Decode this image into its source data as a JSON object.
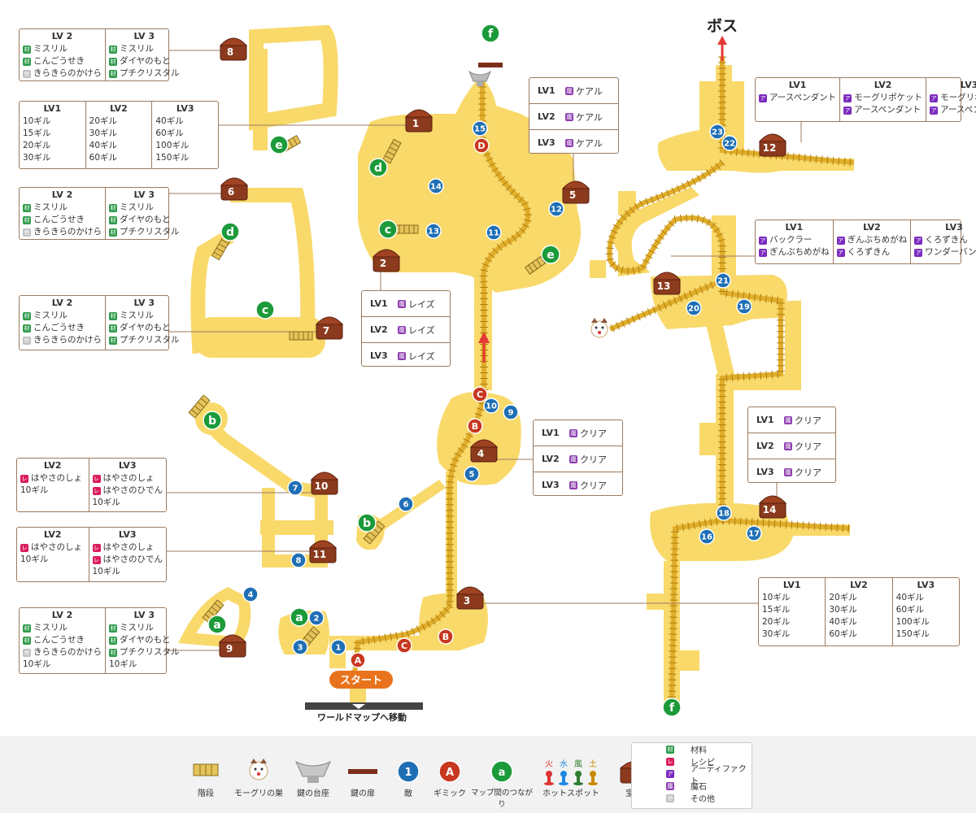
{
  "boss_label": "ボス",
  "start_label": "スタート",
  "world_map_label": "ワールドマップへ移動",
  "colors": {
    "floor": "#f8d96a",
    "rail": "#e0ae2a",
    "enemy": "#1f6fb5",
    "gimmick": "#c8371f",
    "connection": "#1b9a3a",
    "chest": "#8b3a1e",
    "start": "#e8731c"
  },
  "enemies": [
    "1",
    "2",
    "3",
    "4",
    "5",
    "6",
    "7",
    "8",
    "9",
    "10",
    "11",
    "12",
    "13",
    "14",
    "15",
    "16",
    "17",
    "18",
    "19",
    "20",
    "21",
    "22",
    "23"
  ],
  "gimmicks": [
    "A",
    "B",
    "C",
    "D"
  ],
  "connections": [
    "a",
    "b",
    "c",
    "d",
    "e",
    "f"
  ],
  "chests": [
    "1",
    "2",
    "3",
    "4",
    "5",
    "6",
    "7",
    "8",
    "9",
    "10",
    "11",
    "12",
    "13",
    "14"
  ],
  "boxes": {
    "b8": {
      "cols": [
        {
          "h": "LV 2",
          "l": [
            [
              "m",
              "ミスリル"
            ],
            [
              "m",
              "こんごうせき"
            ],
            [
              "o",
              "きらきらのかけら"
            ]
          ]
        },
        {
          "h": "LV 3",
          "l": [
            [
              "m",
              "ミスリル"
            ],
            [
              "m",
              "ダイヤのもと"
            ],
            [
              "m",
              "プチクリスタル"
            ]
          ]
        }
      ]
    },
    "b1": {
      "cols": [
        {
          "h": "LV1",
          "l": [
            [
              "",
              "10ギル"
            ],
            [
              "",
              "15ギル"
            ],
            [
              "",
              "20ギル"
            ],
            [
              "",
              "30ギル"
            ]
          ]
        },
        {
          "h": "LV2",
          "l": [
            [
              "",
              "20ギル"
            ],
            [
              "",
              "30ギル"
            ],
            [
              "",
              "40ギル"
            ],
            [
              "",
              "60ギル"
            ]
          ]
        },
        {
          "h": "LV3",
          "l": [
            [
              "",
              "40ギル"
            ],
            [
              "",
              "60ギル"
            ],
            [
              "",
              "100ギル"
            ],
            [
              "",
              "150ギル"
            ]
          ]
        }
      ]
    },
    "b6": {
      "cols": [
        {
          "h": "LV 2",
          "l": [
            [
              "m",
              "ミスリル"
            ],
            [
              "m",
              "こんごうせき"
            ],
            [
              "o",
              "きらきらのかけら"
            ]
          ]
        },
        {
          "h": "LV 3",
          "l": [
            [
              "m",
              "ミスリル"
            ],
            [
              "m",
              "ダイヤのもと"
            ],
            [
              "m",
              "プチクリスタル"
            ]
          ]
        }
      ]
    },
    "b7": {
      "cols": [
        {
          "h": "LV 2",
          "l": [
            [
              "m",
              "ミスリル"
            ],
            [
              "m",
              "こんごうせき"
            ],
            [
              "o",
              "きらきらのかけら"
            ]
          ]
        },
        {
          "h": "LV 3",
          "l": [
            [
              "m",
              "ミスリル"
            ],
            [
              "m",
              "ダイヤのもと"
            ],
            [
              "m",
              "プチクリスタル"
            ]
          ]
        }
      ]
    },
    "b10": {
      "cols": [
        {
          "h": "LV2",
          "l": [
            [
              "r",
              "はやさのしょ"
            ],
            [
              "",
              "10ギル"
            ]
          ]
        },
        {
          "h": "LV3",
          "l": [
            [
              "r",
              "はやさのしょ"
            ],
            [
              "r",
              "はやさのひでん"
            ],
            [
              "",
              "10ギル"
            ]
          ]
        }
      ]
    },
    "b11": {
      "cols": [
        {
          "h": "LV2",
          "l": [
            [
              "r",
              "はやさのしょ"
            ],
            [
              "",
              "10ギル"
            ]
          ]
        },
        {
          "h": "LV3",
          "l": [
            [
              "r",
              "はやさのしょ"
            ],
            [
              "r",
              "はやさのひでん"
            ],
            [
              "",
              "10ギル"
            ]
          ]
        }
      ]
    },
    "b9": {
      "cols": [
        {
          "h": "LV 2",
          "l": [
            [
              "m",
              "ミスリル"
            ],
            [
              "m",
              "こんごうせき"
            ],
            [
              "o",
              "きらきらのかけら"
            ],
            [
              "",
              "10ギル"
            ]
          ]
        },
        {
          "h": "LV 3",
          "l": [
            [
              "m",
              "ミスリル"
            ],
            [
              "m",
              "ダイヤのもと"
            ],
            [
              "m",
              "プチクリスタル"
            ],
            [
              "",
              "10ギル"
            ]
          ]
        }
      ]
    },
    "b12": {
      "cols": [
        {
          "h": "LV1",
          "l": [
            [
              "a",
              "アースペンダント"
            ]
          ]
        },
        {
          "h": "LV2",
          "l": [
            [
              "a",
              "モーグリポケット"
            ],
            [
              "a",
              "アースペンダント"
            ]
          ]
        },
        {
          "h": "LV3",
          "l": [
            [
              "a",
              "モーグリポケット"
            ],
            [
              "a",
              "アースペンダント"
            ]
          ]
        }
      ]
    },
    "b13": {
      "cols": [
        {
          "h": "LV1",
          "l": [
            [
              "a",
              "バックラー"
            ],
            [
              "a",
              "ぎんぶちめがね"
            ]
          ]
        },
        {
          "h": "LV2",
          "l": [
            [
              "a",
              "ぎんぶちめがね"
            ],
            [
              "a",
              "くろずきん"
            ]
          ]
        },
        {
          "h": "LV3",
          "l": [
            [
              "a",
              "くろずきん"
            ],
            [
              "a",
              "ワンダーバングル"
            ]
          ]
        }
      ]
    },
    "b3": {
      "cols": [
        {
          "h": "LV1",
          "l": [
            [
              "",
              "10ギル"
            ],
            [
              "",
              "15ギル"
            ],
            [
              "",
              "20ギル"
            ],
            [
              "",
              "30ギル"
            ]
          ]
        },
        {
          "h": "LV2",
          "l": [
            [
              "",
              "20ギル"
            ],
            [
              "",
              "30ギル"
            ],
            [
              "",
              "40ギル"
            ],
            [
              "",
              "60ギル"
            ]
          ]
        },
        {
          "h": "LV3",
          "l": [
            [
              "",
              "40ギル"
            ],
            [
              "",
              "60ギル"
            ],
            [
              "",
              "100ギル"
            ],
            [
              "",
              "150ギル"
            ]
          ]
        }
      ]
    }
  },
  "stone_boxes": {
    "s5": [
      [
        "LV1",
        "ケアル"
      ],
      [
        "LV2",
        "ケアル"
      ],
      [
        "LV3",
        "ケアル"
      ]
    ],
    "s2": [
      [
        "LV1",
        "レイズ"
      ],
      [
        "LV2",
        "レイズ"
      ],
      [
        "LV3",
        "レイズ"
      ]
    ],
    "s4": [
      [
        "LV1",
        "クリア"
      ],
      [
        "LV2",
        "クリア"
      ],
      [
        "LV3",
        "クリア"
      ]
    ],
    "s14": [
      [
        "LV1",
        "クリア"
      ],
      [
        "LV2",
        "クリア"
      ],
      [
        "LV3",
        "クリア"
      ]
    ]
  },
  "tag_glyphs": {
    "m": "材",
    "r": "レ",
    "a": "ア",
    "s": "魔",
    "o": "他"
  },
  "legend": {
    "stairs": "階段",
    "moogle": "モーグリの巣",
    "pedestal": "鍵の台座",
    "door": "鍵の扉",
    "enemy": "敵",
    "gimmick": "ギミック",
    "connection": "マップ間のつながり",
    "hotspot": "ホットスポット",
    "chest": "宝箱",
    "hotspot_elements": [
      "火",
      "水",
      "風",
      "土"
    ],
    "enemy_sample": "1",
    "gimmick_sample": "A",
    "connection_sample": "a",
    "categories": [
      {
        "key": "m",
        "label": "材料"
      },
      {
        "key": "r",
        "label": "レシピ"
      },
      {
        "key": "a",
        "label": "アーティファクト"
      },
      {
        "key": "s",
        "label": "魔石"
      },
      {
        "key": "o",
        "label": "その他"
      }
    ]
  }
}
